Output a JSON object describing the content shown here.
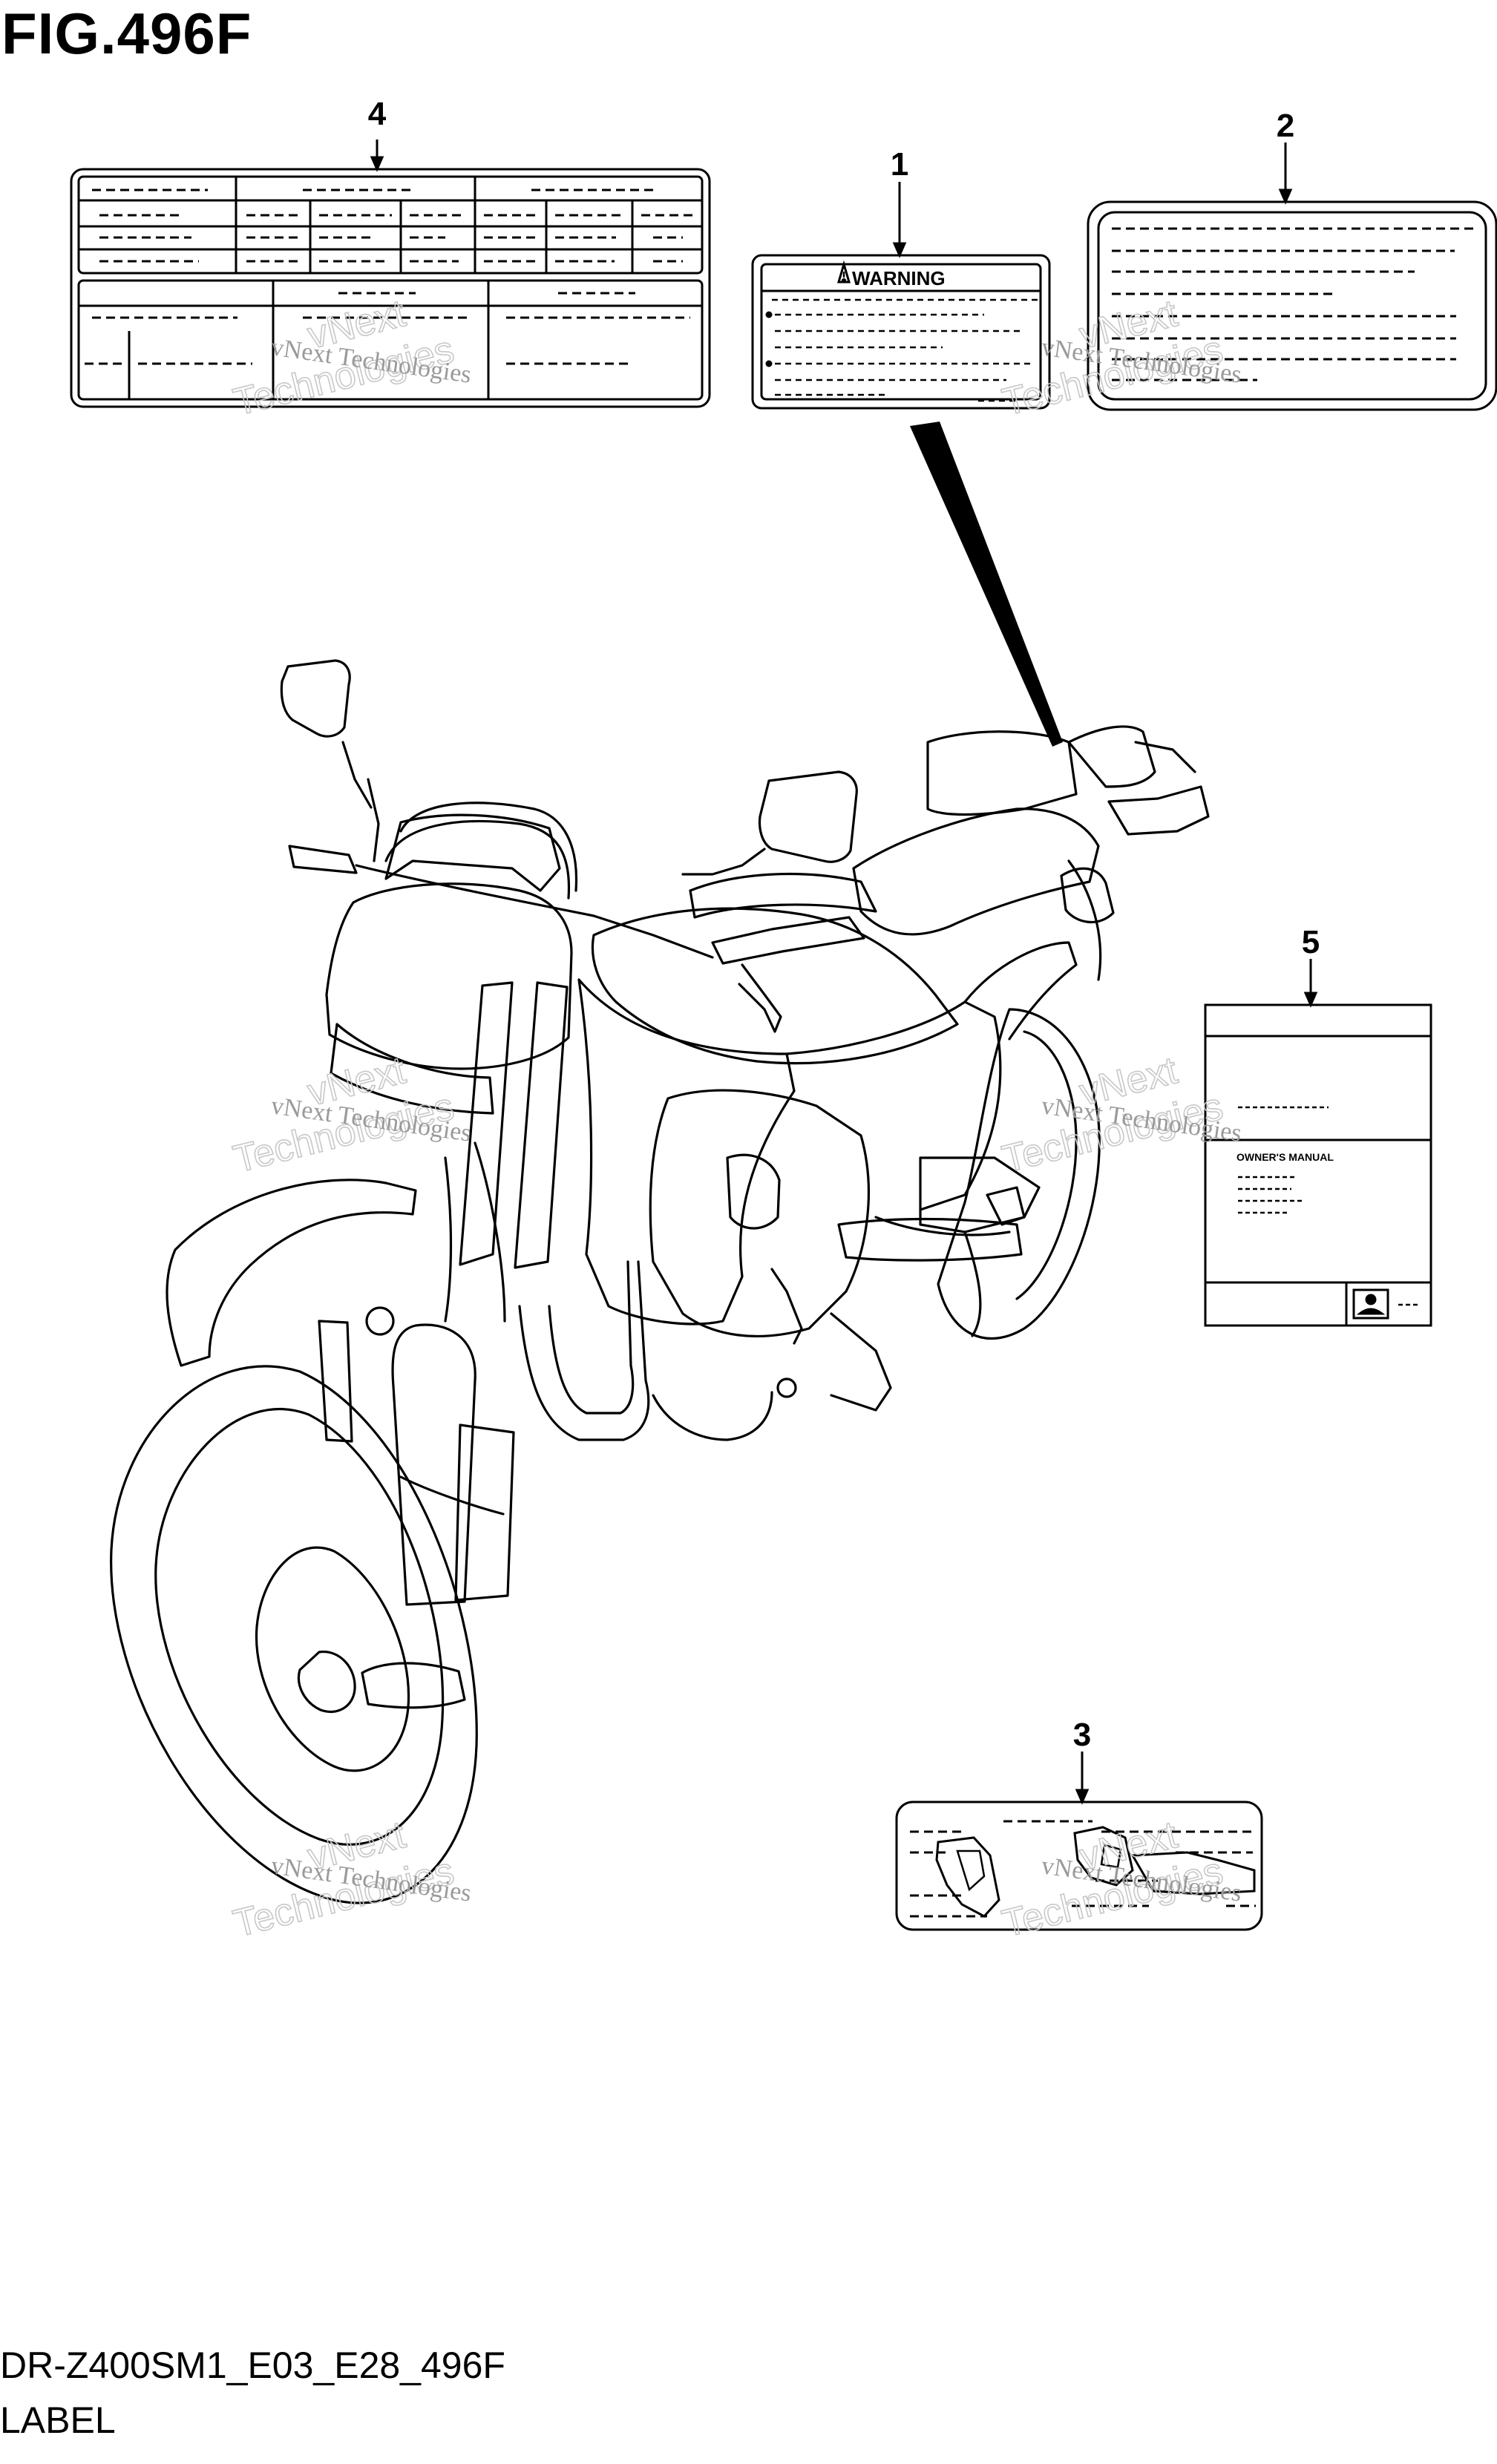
{
  "figure": {
    "title": "FIG.496F",
    "code": "DR-Z400SM1_E03_E28_496F",
    "caption": "LABEL"
  },
  "callouts": [
    "1",
    "2",
    "3",
    "4",
    "5"
  ],
  "labels": {
    "warning_label": {
      "heading": "WARNING"
    },
    "manual_label": {
      "heading": "OWNER'S MANUAL"
    }
  },
  "watermark": {
    "line1": "vNext",
    "line2": "Technologies",
    "small": "vNext Technologies"
  },
  "colors": {
    "ink": "#000000",
    "paper": "#ffffff",
    "watermark": "#c8c8c8"
  },
  "icons": [
    "warning-triangle-icon",
    "manual-book-icon"
  ]
}
